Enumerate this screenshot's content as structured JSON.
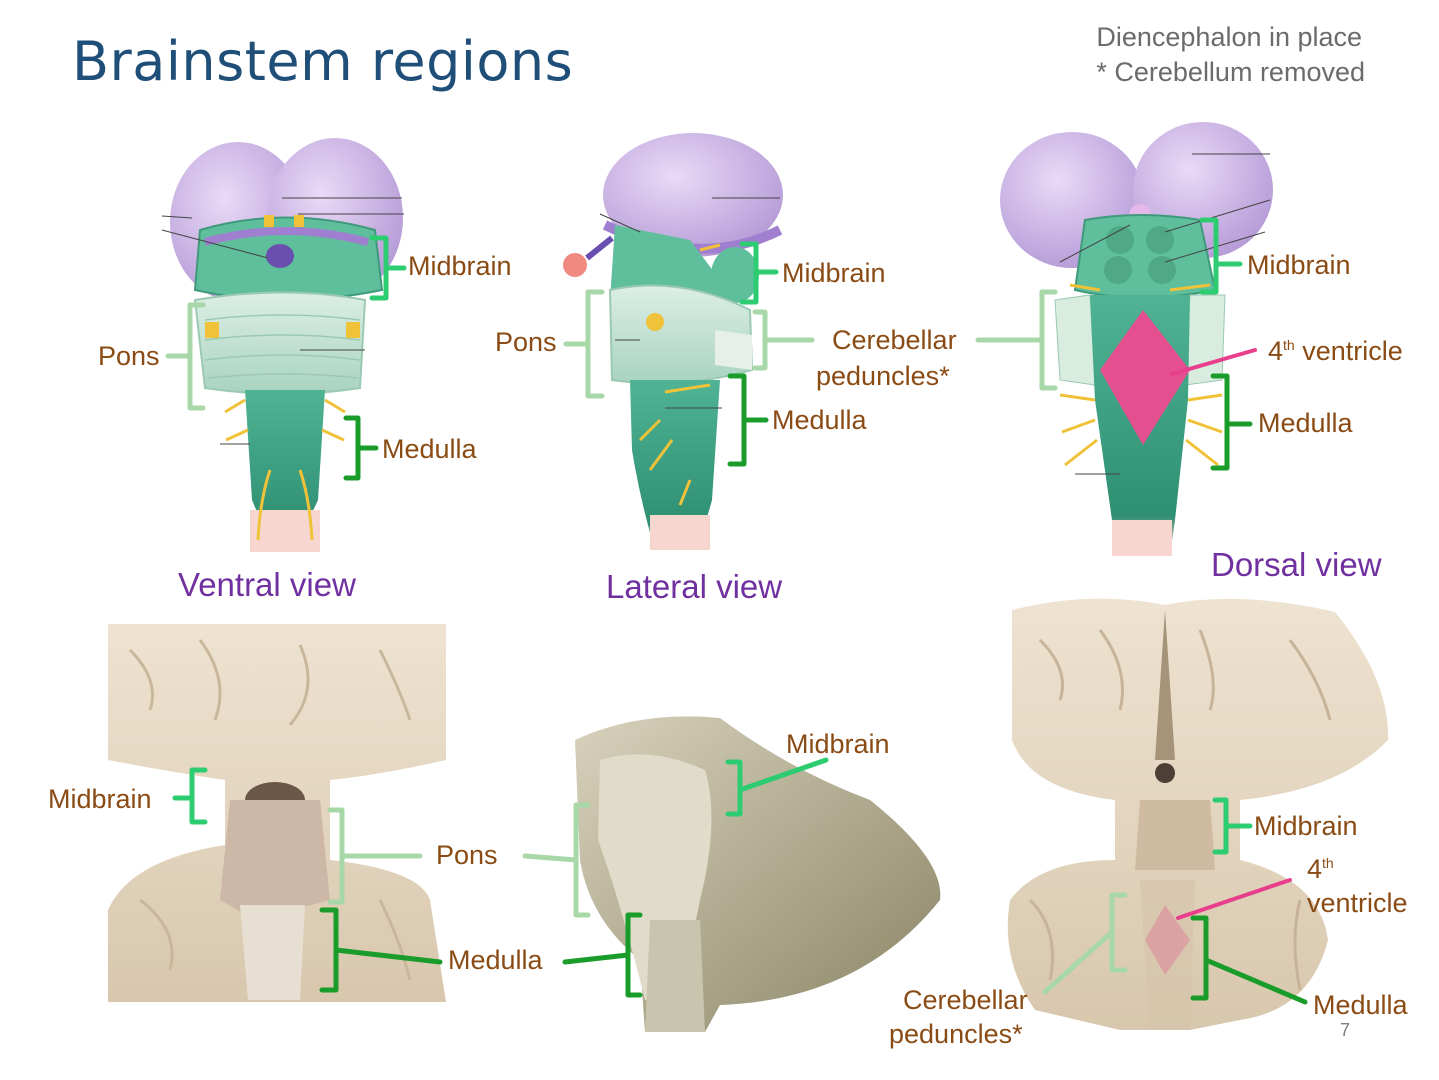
{
  "slide": {
    "title": "Brainstem regions",
    "note_line1": "Diencephalon in place",
    "note_line2": "* Cerebellum removed",
    "page_number": "7"
  },
  "views": {
    "ventral": "Ventral view",
    "lateral": "Lateral view",
    "dorsal": "Dorsal view"
  },
  "labels": {
    "midbrain": "Midbrain",
    "pons": "Pons",
    "medulla": "Medulla",
    "cerebellar": "Cerebellar",
    "peduncles": "peduncles*",
    "ventricle_num": "4",
    "ventricle_sup": "th",
    "ventricle_word": "ventricle"
  },
  "colors": {
    "title": "#1f4e79",
    "label_text": "#8a4b14",
    "view_caption": "#7030a0",
    "midbrain_bracket": "#2ecc71",
    "pons_bracket": "#a8d8a8",
    "medulla_bracket": "#1a9c2a",
    "ventricle_pointer": "#e83e8c"
  }
}
